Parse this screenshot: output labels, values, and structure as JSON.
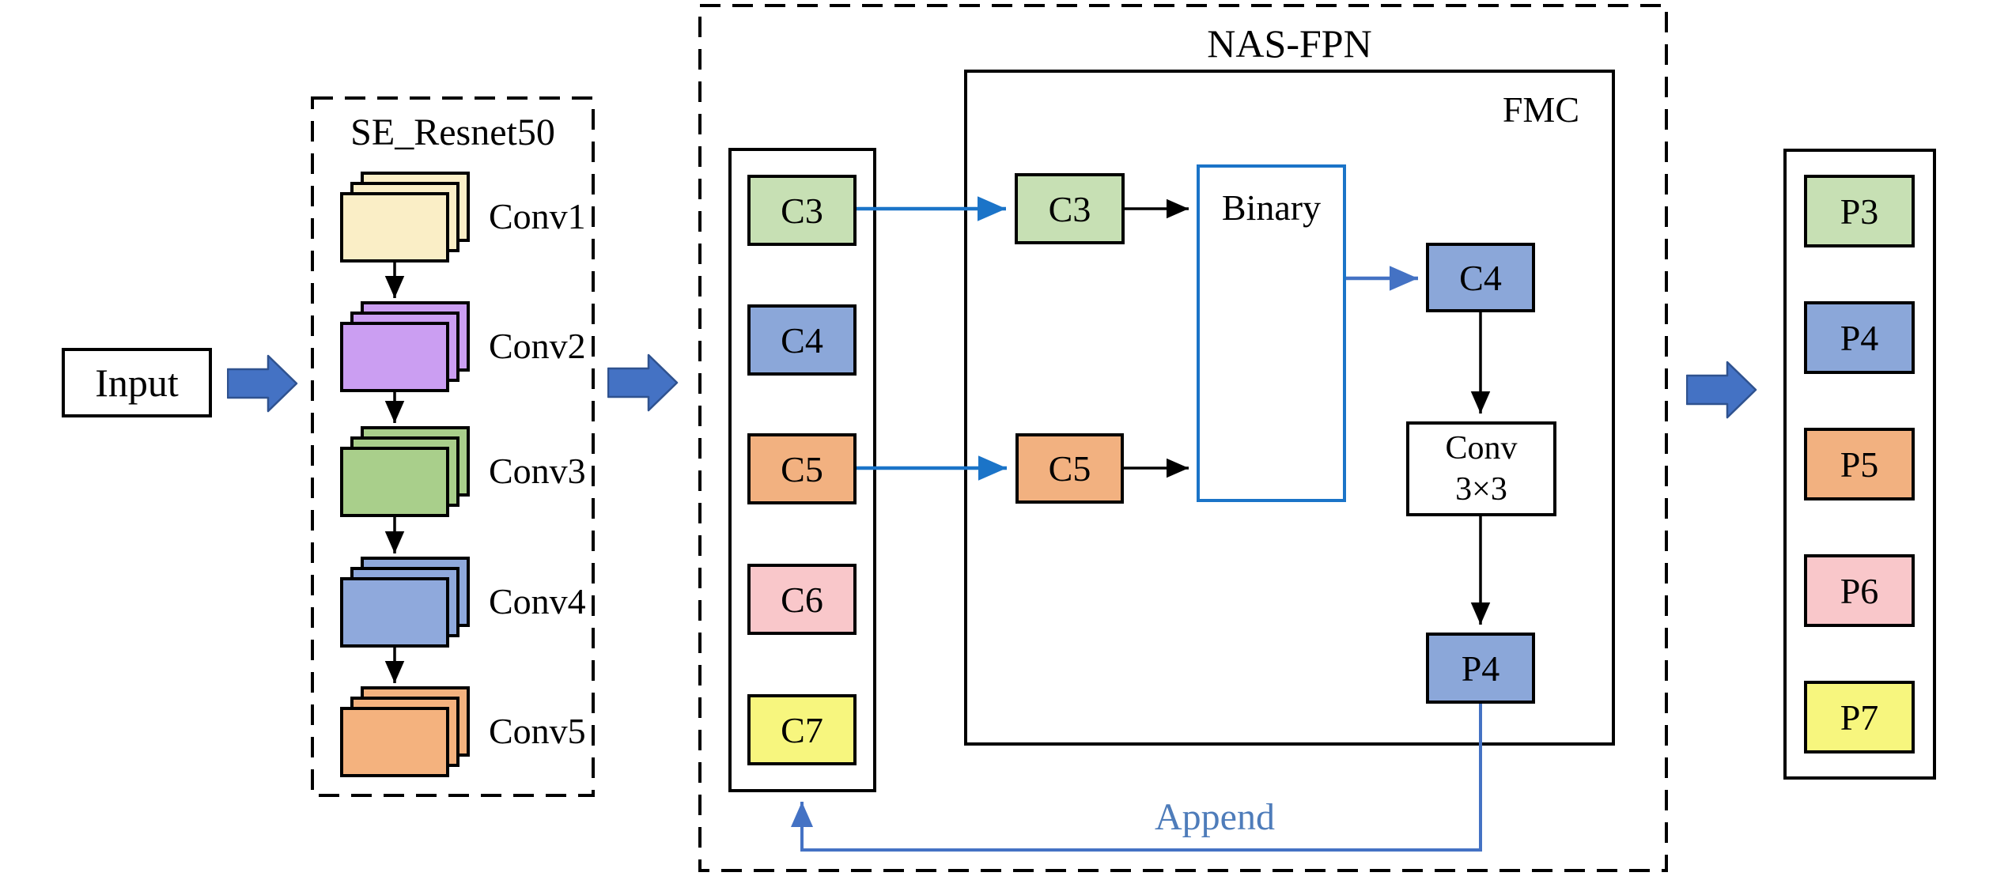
{
  "diagram": {
    "input": {
      "label": "Input"
    },
    "backbone": {
      "title": "SE_Resnet50",
      "stacks": [
        {
          "label": "Conv1",
          "color": "#faeec6"
        },
        {
          "label": "Conv2",
          "color": "#cb9ef2"
        },
        {
          "label": "Conv3",
          "color": "#a9cf8b"
        },
        {
          "label": "Conv4",
          "color": "#8fa9dc"
        },
        {
          "label": "Conv5",
          "color": "#f4b27e"
        }
      ]
    },
    "nasfpn": {
      "title": "NAS-FPN",
      "features": [
        {
          "label": "C3",
          "color": "#c7e0b4"
        },
        {
          "label": "C4",
          "color": "#8ba7d9"
        },
        {
          "label": "C5",
          "color": "#f2b180"
        },
        {
          "label": "C6",
          "color": "#f9c7ca"
        },
        {
          "label": "C7",
          "color": "#f7f67e"
        }
      ],
      "fmc": {
        "title": "FMC",
        "c3": {
          "label": "C3",
          "color": "#c7e0b4"
        },
        "c5": {
          "label": "C5",
          "color": "#f2b180"
        },
        "binary": {
          "label": "Binary",
          "border_color": "#1b74c8"
        },
        "c4": {
          "label": "C4",
          "color": "#8ba7d9"
        },
        "conv": {
          "line1": "Conv",
          "line2": "3×3"
        },
        "p4": {
          "label": "P4",
          "color": "#8ba7d9"
        }
      },
      "append_label": "Append"
    },
    "outputs": [
      {
        "label": "P3",
        "color": "#c7e0b4"
      },
      {
        "label": "P4",
        "color": "#8ba7d9"
      },
      {
        "label": "P5",
        "color": "#f2b180"
      },
      {
        "label": "P6",
        "color": "#f9c7ca"
      },
      {
        "label": "P7",
        "color": "#f7f67e"
      }
    ],
    "colors": {
      "bright_blue": "#1b74c8",
      "muted_blue": "#4472c4",
      "block_arrow_fill": "#4472c4",
      "block_arrow_border": "#2f528f",
      "append_text": "#4e7cba",
      "line_black": "#000000"
    }
  }
}
